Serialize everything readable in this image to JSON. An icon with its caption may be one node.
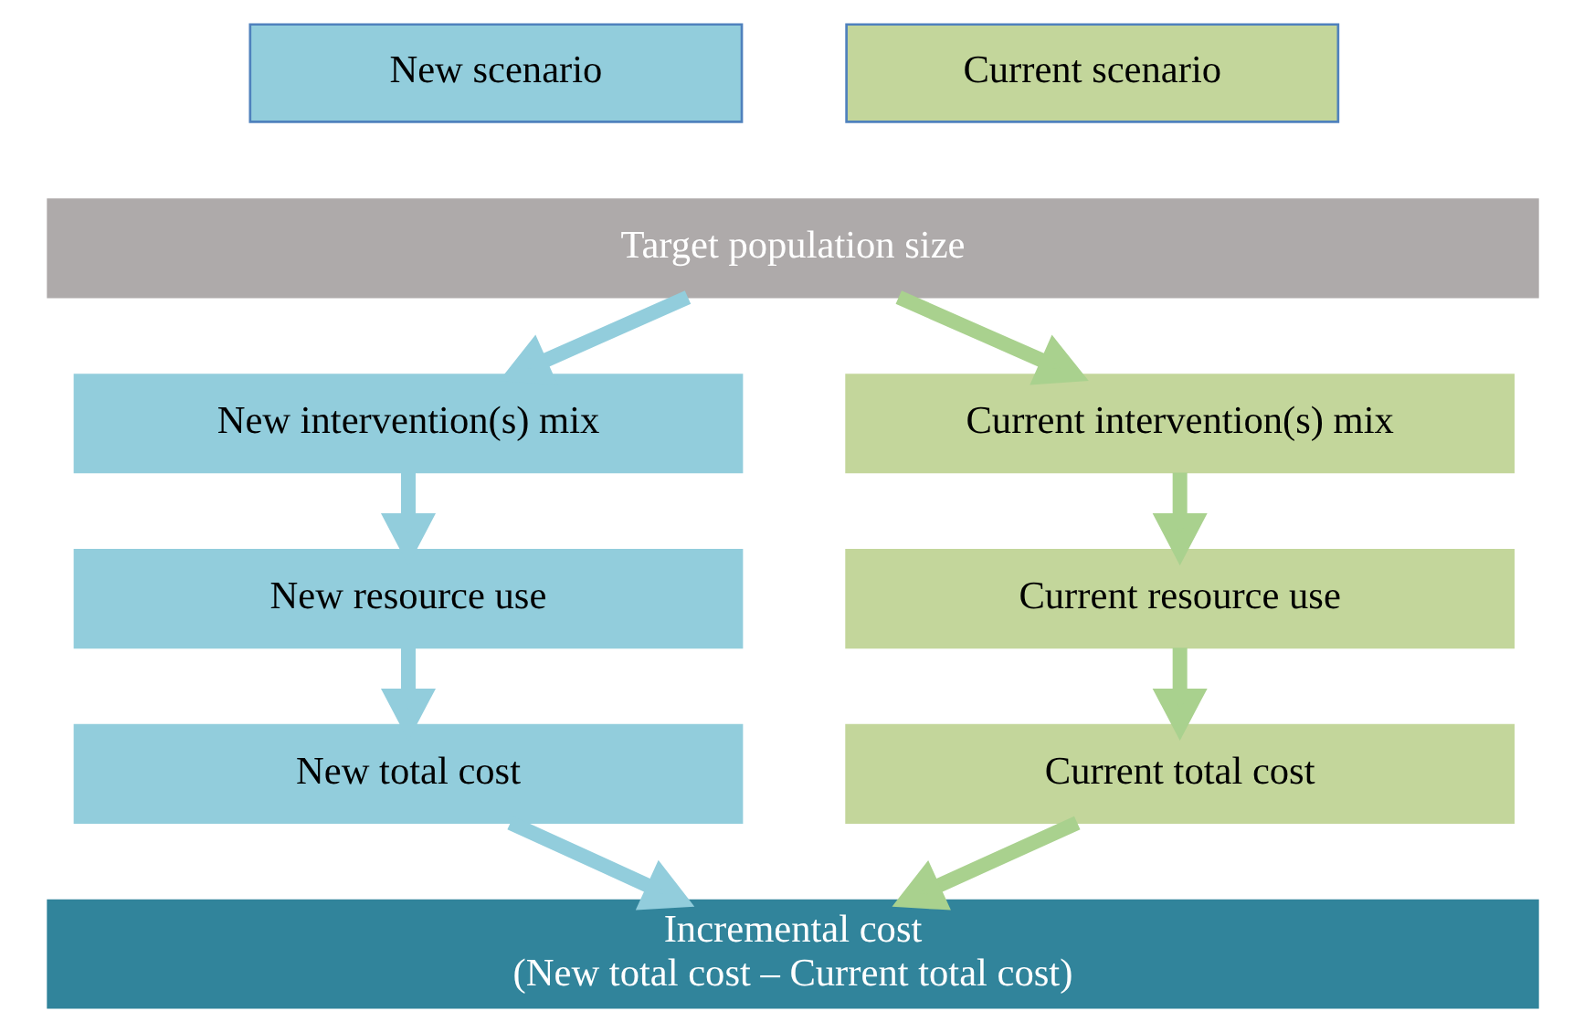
{
  "diagram": {
    "nodes": [
      {
        "text": [
          "New scenario"
        ]
      },
      {
        "text": [
          "Current scenario"
        ]
      },
      {
        "text": [
          "Target population size"
        ]
      },
      {
        "text": [
          "New intervention(s) mix"
        ]
      },
      {
        "text": [
          "New resource use"
        ]
      },
      {
        "text": [
          "New total cost"
        ]
      },
      {
        "text": [
          "Current intervention(s) mix"
        ]
      },
      {
        "text": [
          "Current resource use"
        ]
      },
      {
        "text": [
          "Current total cost"
        ]
      },
      {
        "text": [
          "Incremental cost",
          "(New total cost – Current total cost)"
        ]
      }
    ],
    "edges": [
      {
        "from": 2,
        "to": 3,
        "arrow": "to",
        "color": "#92cddc"
      },
      {
        "from": 3,
        "to": 4,
        "arrow": "to",
        "color": "#92cddc"
      },
      {
        "from": 4,
        "to": 5,
        "arrow": "to",
        "color": "#92cddc"
      },
      {
        "from": 5,
        "to": 9,
        "arrow": "to",
        "color": "#92cddc"
      },
      {
        "from": 2,
        "to": 6,
        "arrow": "to",
        "color": "#a9d18e"
      },
      {
        "from": 6,
        "to": 7,
        "arrow": "to",
        "color": "#a9d18e"
      },
      {
        "from": 7,
        "to": 8,
        "arrow": "to",
        "color": "#a9d18e"
      },
      {
        "from": 8,
        "to": 9,
        "arrow": "to",
        "color": "#a9d18e"
      }
    ]
  }
}
